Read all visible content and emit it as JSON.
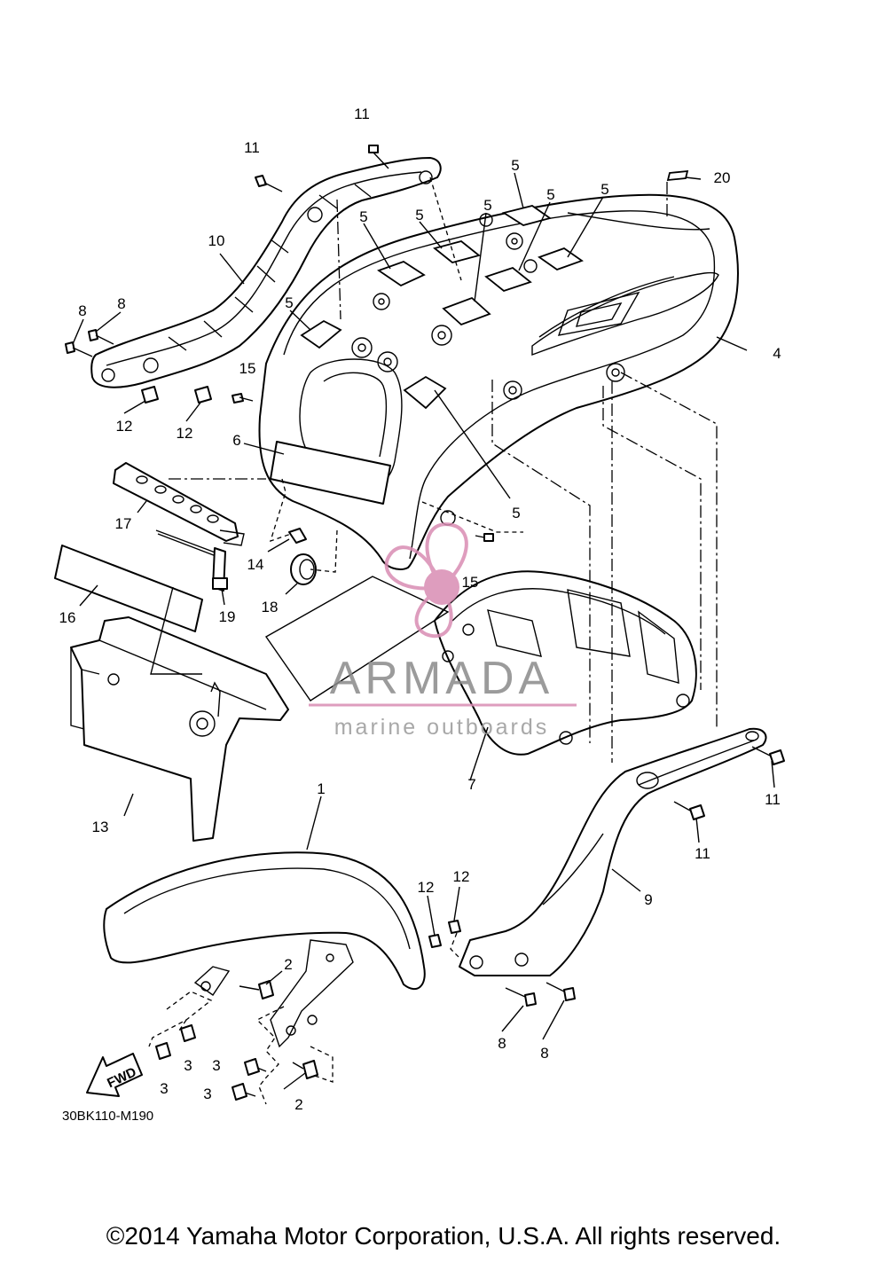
{
  "diagram_code": "30BK110-M190",
  "fwd_label": "FWD",
  "watermark": {
    "brand": "ARMADA",
    "tagline": "marine outboards",
    "color": "#d98cb3"
  },
  "copyright": "©2014 Yamaha Motor Corporation, U.S.A. All rights reserved.",
  "callouts": {
    "c1": "1",
    "c2a": "2",
    "c2b": "2",
    "c3a": "3",
    "c3b": "3",
    "c3c": "3",
    "c3d": "3",
    "c4": "4",
    "c5a": "5",
    "c5b": "5",
    "c5c": "5",
    "c5d": "5",
    "c5e": "5",
    "c5f": "5",
    "c5g": "5",
    "c6": "6",
    "c7": "7",
    "c8a": "8",
    "c8b": "8",
    "c8c": "8",
    "c8d": "8",
    "c9": "9",
    "c10": "10",
    "c11a": "11",
    "c11b": "11",
    "c11c": "11",
    "c11d": "11",
    "c12a": "12",
    "c12b": "12",
    "c12c": "12",
    "c12d": "12",
    "c13": "13",
    "c14": "14",
    "c15a": "15",
    "c15b": "15",
    "c16": "16",
    "c17": "17",
    "c18": "18",
    "c19": "19",
    "c20": "20"
  }
}
